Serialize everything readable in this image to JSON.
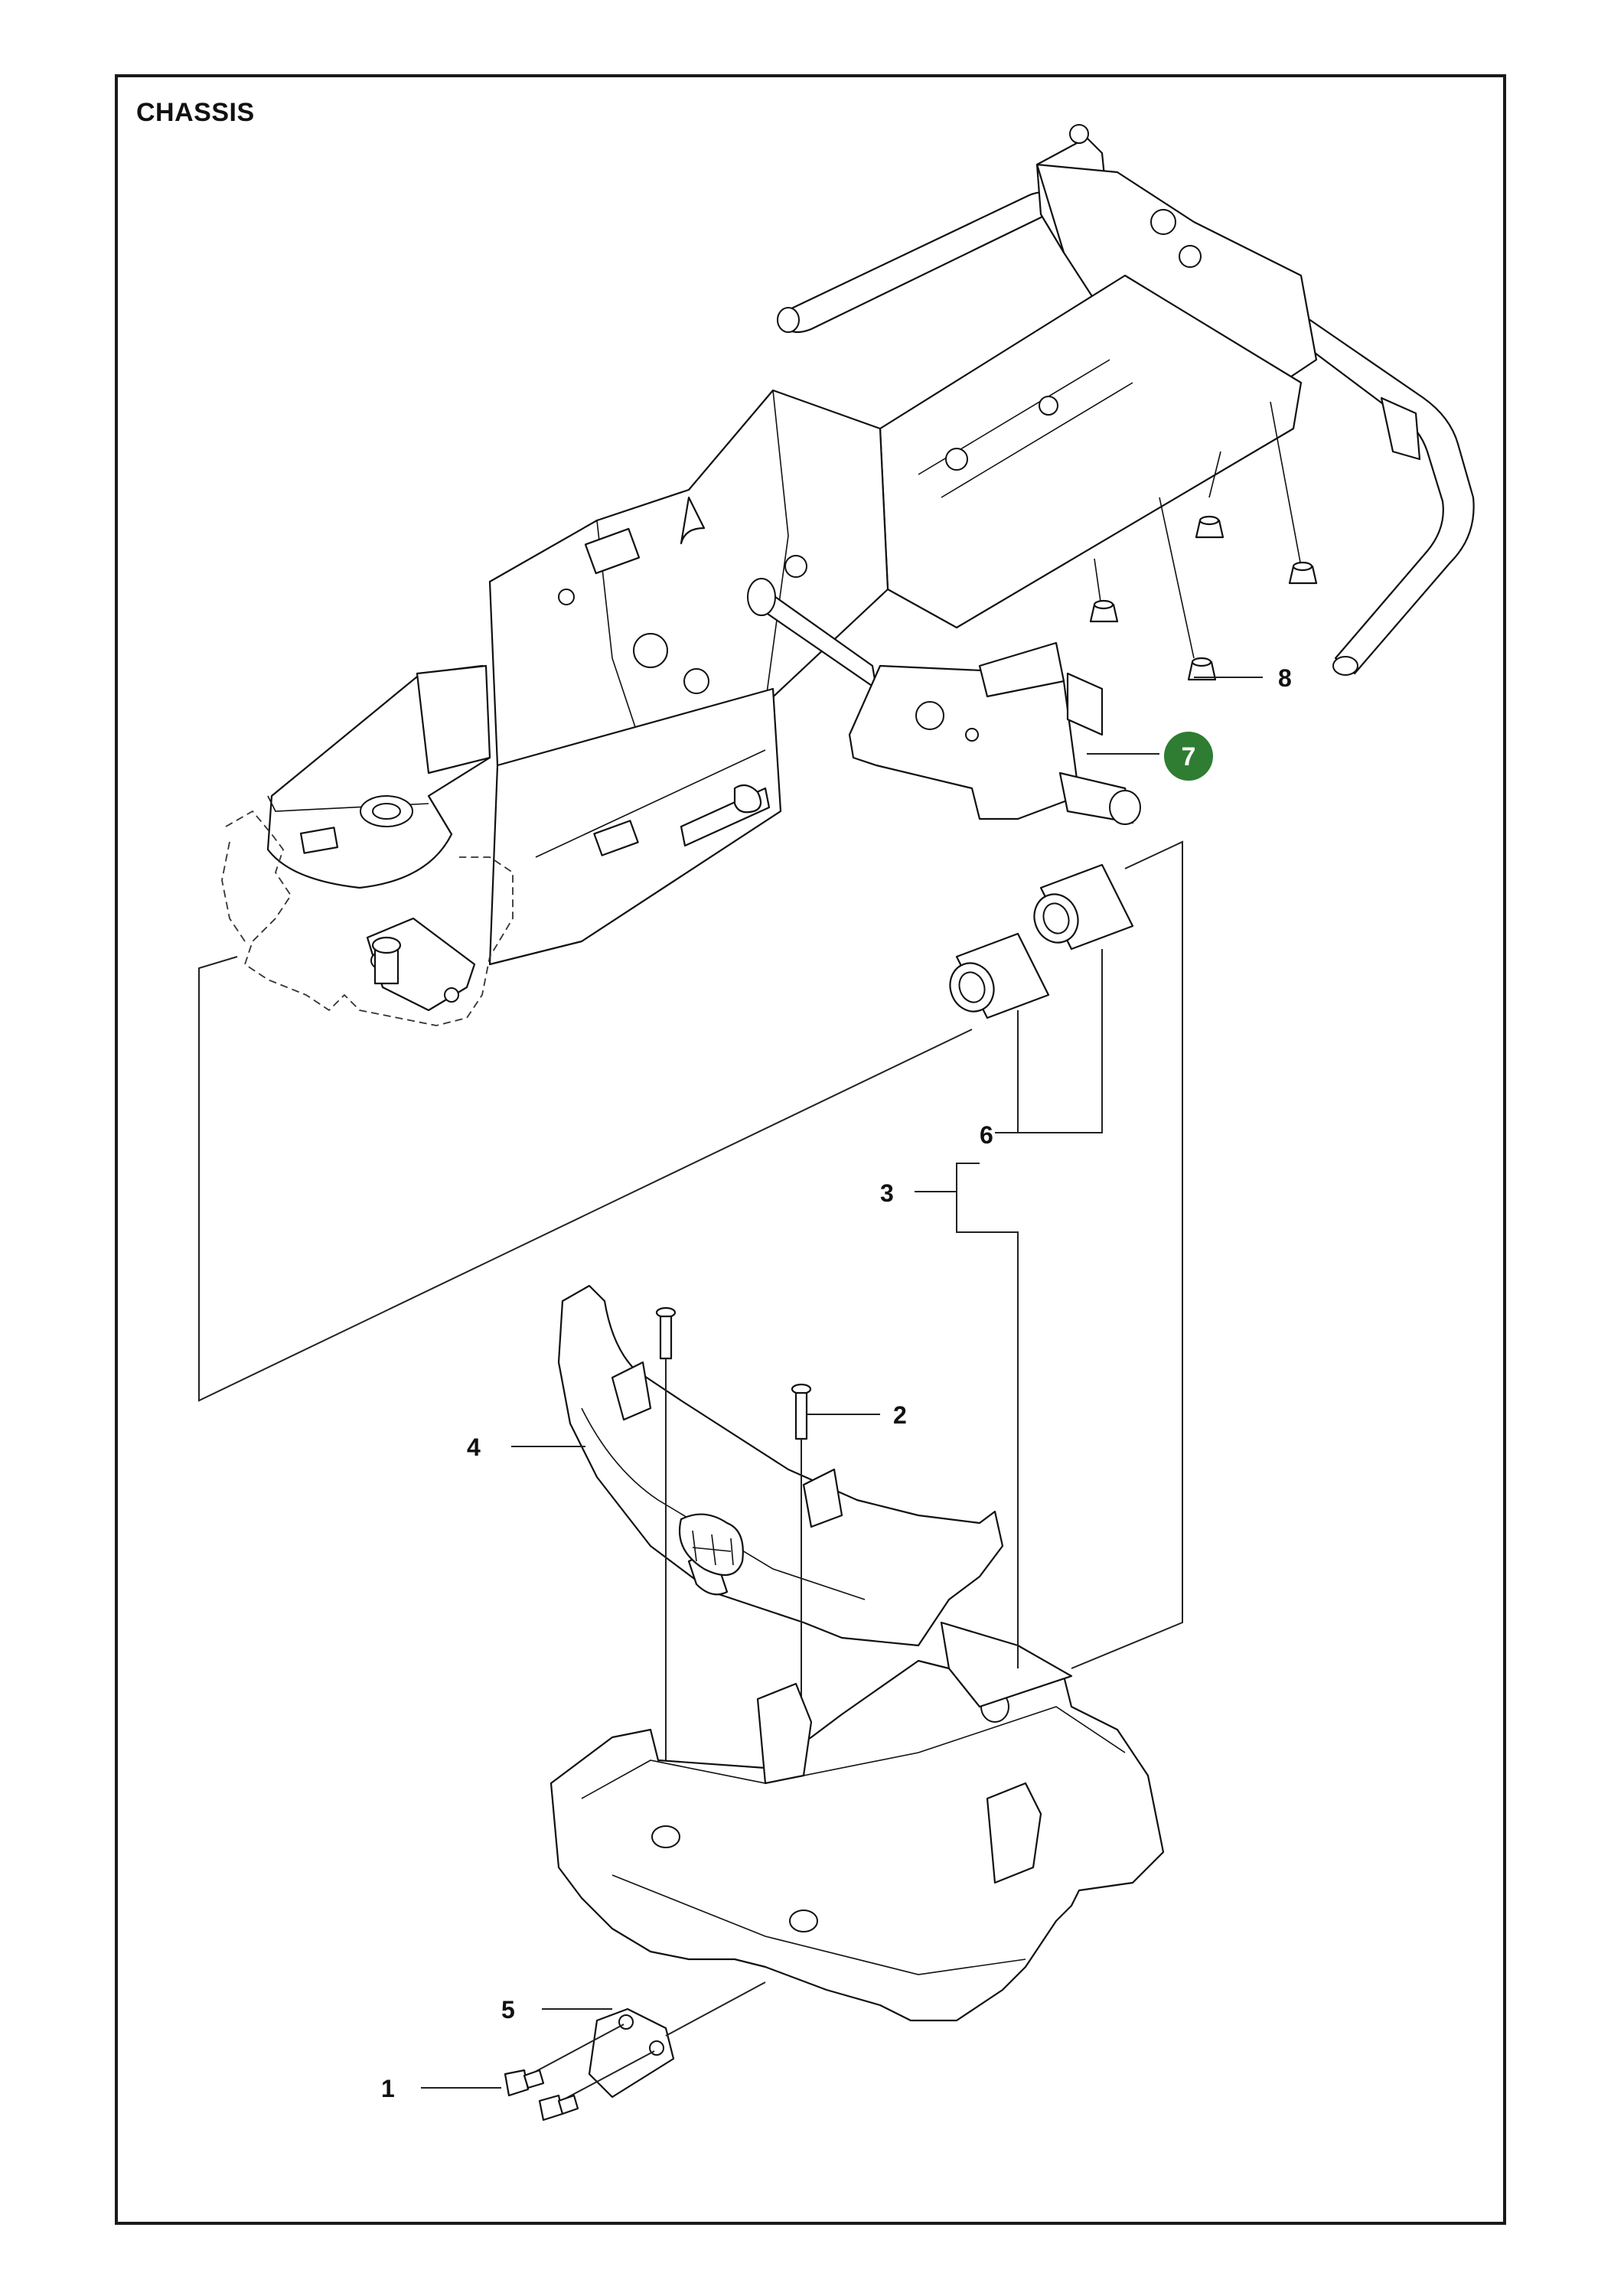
{
  "header": {
    "title": "CHASSIS"
  },
  "callouts": [
    {
      "id": "c1",
      "label": "1"
    },
    {
      "id": "c2",
      "label": "2"
    },
    {
      "id": "c3",
      "label": "3"
    },
    {
      "id": "c4",
      "label": "4"
    },
    {
      "id": "c5",
      "label": "5"
    },
    {
      "id": "c6",
      "label": "6"
    },
    {
      "id": "c7",
      "label": "7",
      "highlight": true
    },
    {
      "id": "c8",
      "label": "8"
    }
  ],
  "colors": {
    "line": "#111111",
    "highlight_fill": "#2e7d32",
    "highlight_text": "#ffffff",
    "background": "#ffffff"
  }
}
